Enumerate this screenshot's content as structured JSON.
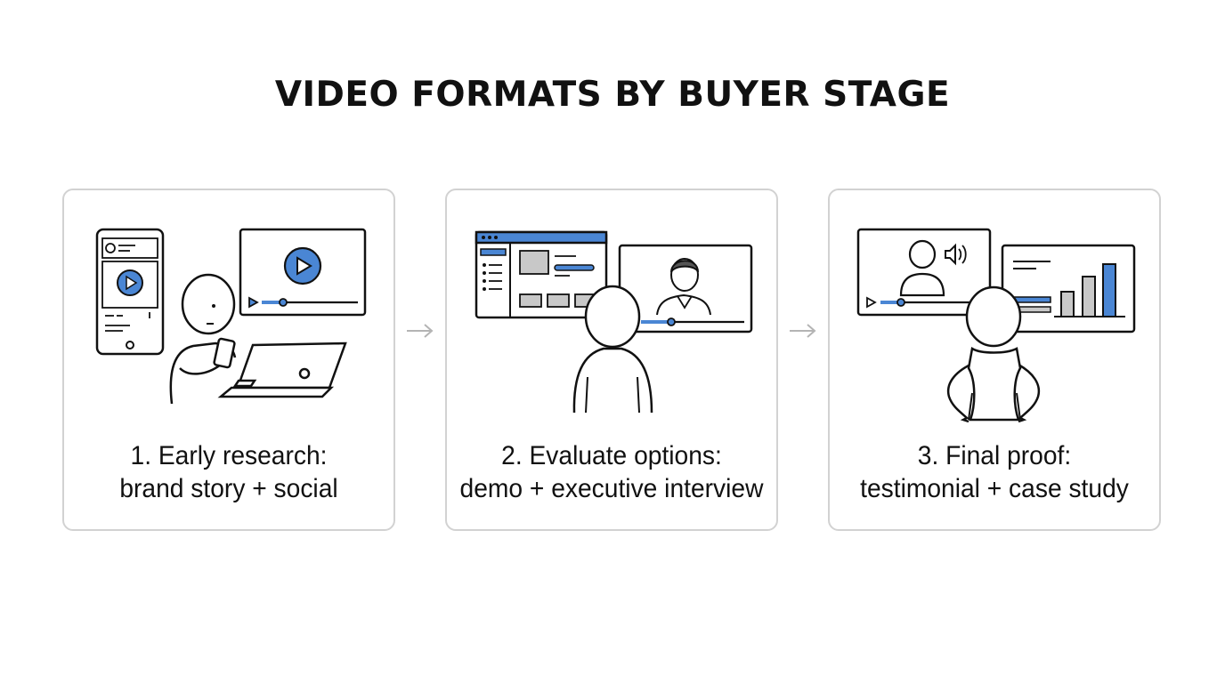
{
  "title": "VIDEO FORMATS BY BUYER STAGE",
  "colors": {
    "accent": "#4a86d4",
    "line": "#111111",
    "border": "#d2d2d2",
    "fill_gray": "#c8c8c8",
    "arrow": "#b4b4b4"
  },
  "stages": [
    {
      "caption_line1": "1. Early research:",
      "caption_line2": "brand story + social",
      "icons": [
        "smartphone-icon",
        "video-player-icon",
        "laptop-icon",
        "person-icon"
      ]
    },
    {
      "caption_line1": "2. Evaluate options:",
      "caption_line2": "demo + executive interview",
      "icons": [
        "browser-window-icon",
        "video-interview-icon",
        "person-icon"
      ]
    },
    {
      "caption_line1": "3. Final proof:",
      "caption_line2": "testimonial + case study",
      "icons": [
        "testimonial-video-icon",
        "bar-chart-icon",
        "person-icon"
      ]
    }
  ],
  "connectors": [
    "arrow-right-icon",
    "arrow-right-icon"
  ]
}
